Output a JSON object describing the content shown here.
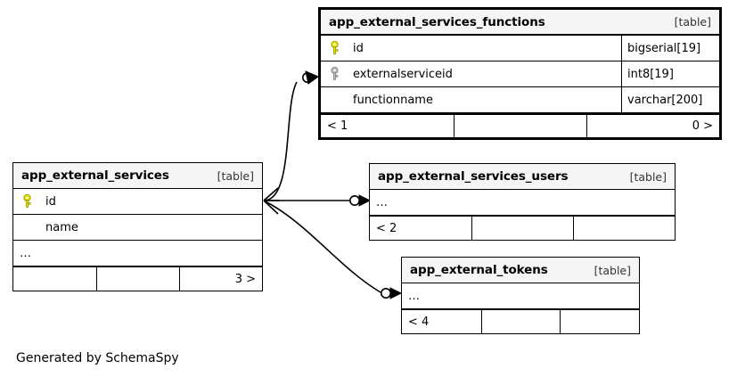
{
  "diagram": {
    "tool": "SchemaSpy",
    "footer_text": "Generated by SchemaSpy",
    "table_kind_label": "[table]",
    "ellipsis": "…",
    "colors": {
      "primary_key": "#e8e800",
      "foreign_key": "#b0b0b0",
      "border": "#000000",
      "header_fill": "#f5f5f5",
      "background": "#ffffff"
    }
  },
  "tables": [
    {
      "id": "app_external_services_functions",
      "name": "app_external_services_functions",
      "kind": "[table]",
      "emphasis": true,
      "columns": [
        {
          "key": "primary",
          "key_icon": "key-icon-yellow",
          "name": "id",
          "type": "bigserial[19]"
        },
        {
          "key": "foreign",
          "key_icon": "key-icon-gray",
          "name": "externalserviceid",
          "type": "int8[19]"
        },
        {
          "key": "none",
          "key_icon": "",
          "name": "functionname",
          "type": "varchar[200]"
        }
      ],
      "footer": {
        "left": "< 1",
        "middle": "",
        "right": "0 >"
      }
    },
    {
      "id": "app_external_services",
      "name": "app_external_services",
      "kind": "[table]",
      "emphasis": false,
      "columns": [
        {
          "key": "primary",
          "key_icon": "key-icon-yellow",
          "name": "id",
          "type": ""
        },
        {
          "key": "none",
          "key_icon": "",
          "name": "name",
          "type": ""
        },
        {
          "key": "none",
          "key_icon": "",
          "name": "…",
          "type": ""
        }
      ],
      "footer": {
        "left": "",
        "middle": "",
        "right": "3 >"
      }
    },
    {
      "id": "app_external_services_users",
      "name": "app_external_services_users",
      "kind": "[table]",
      "emphasis": false,
      "columns": [
        {
          "key": "none",
          "key_icon": "",
          "name": "…",
          "type": ""
        }
      ],
      "footer": {
        "left": "< 2",
        "middle": "",
        "right": ""
      }
    },
    {
      "id": "app_external_tokens",
      "name": "app_external_tokens",
      "kind": "[table]",
      "emphasis": false,
      "columns": [
        {
          "key": "none",
          "key_icon": "",
          "name": "…",
          "type": ""
        }
      ],
      "footer": {
        "left": "< 4",
        "middle": "",
        "right": ""
      }
    }
  ],
  "relationships": [
    {
      "id": "rel-services-to-functions",
      "from": "app_external_services",
      "to": "app_external_services_functions",
      "from_cardinality": "many",
      "to_cardinality": "zero-or-one"
    },
    {
      "id": "rel-services-to-users",
      "from": "app_external_services",
      "to": "app_external_services_users",
      "from_cardinality": "many",
      "to_cardinality": "zero-or-one"
    },
    {
      "id": "rel-services-to-tokens",
      "from": "app_external_services",
      "to": "app_external_tokens",
      "from_cardinality": "many",
      "to_cardinality": "zero-or-one"
    }
  ]
}
